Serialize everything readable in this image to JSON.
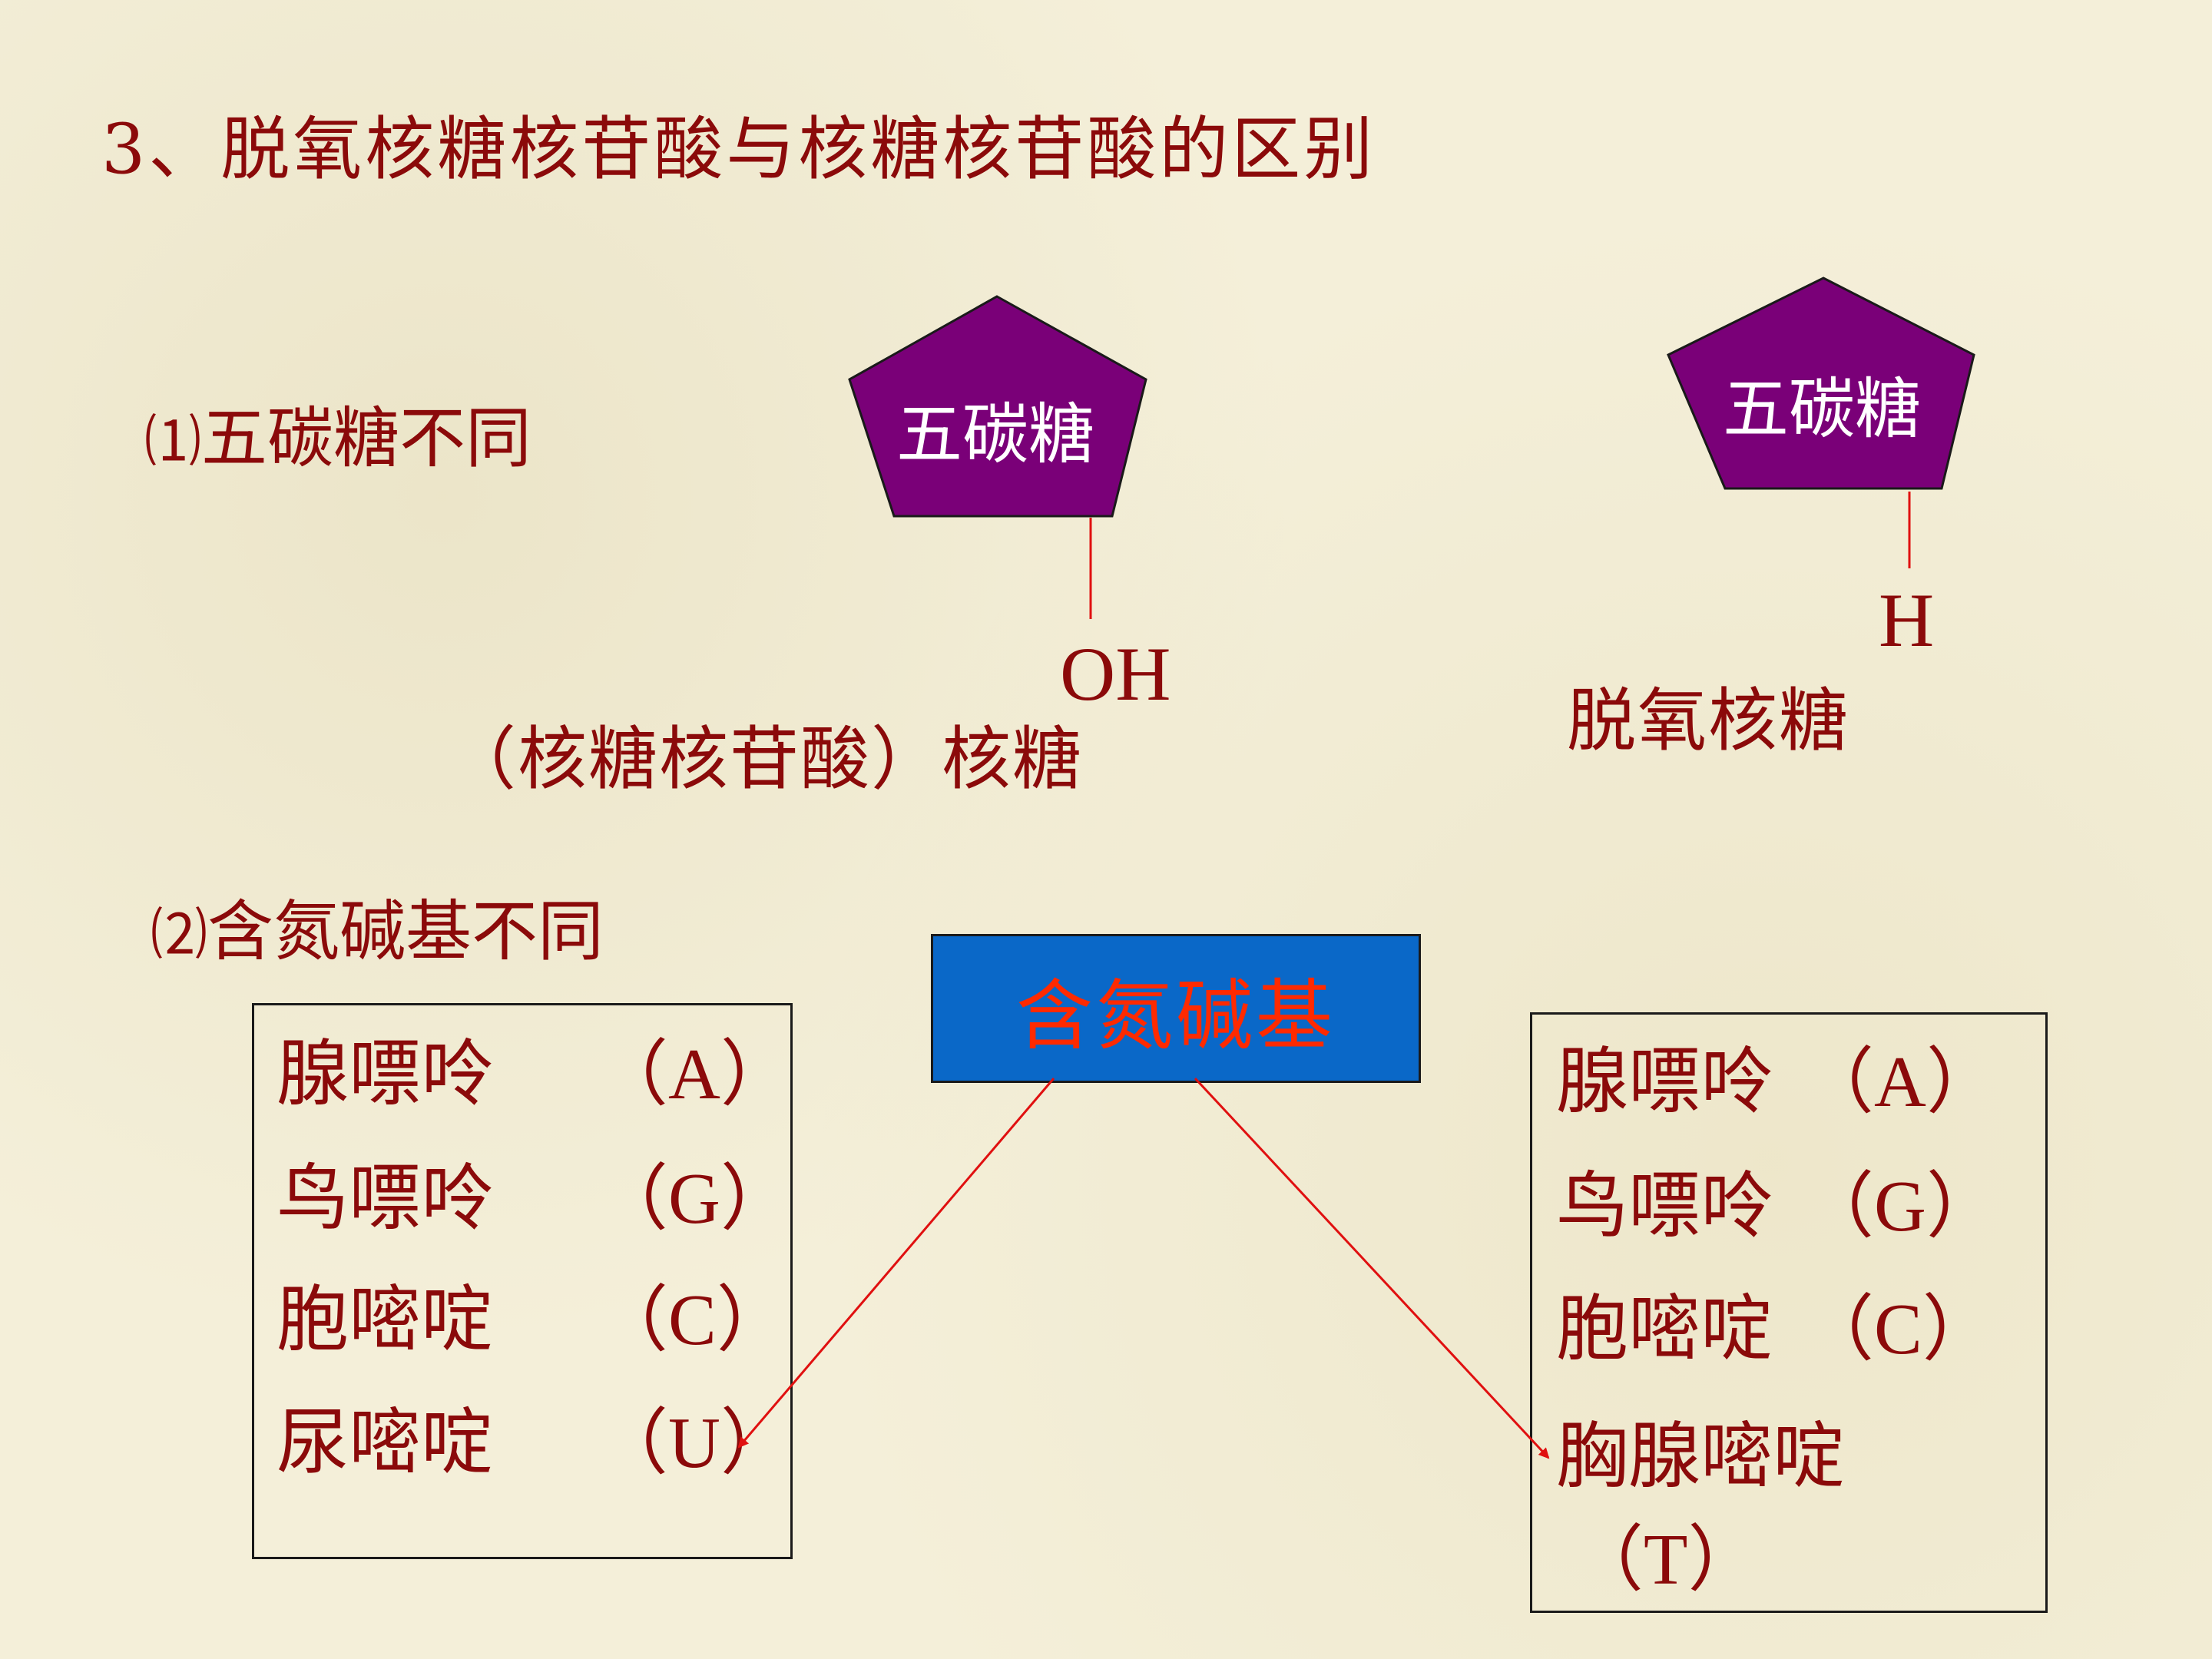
{
  "title": "3、脱氧核糖核苷酸与核糖核苷酸的区别",
  "section1": {
    "number": "⑴",
    "heading": "五碳糖不同",
    "left_sugar": {
      "pentagon_label": "五碳糖",
      "group": "OH",
      "caption": "（核糖核苷酸）核糖"
    },
    "right_sugar": {
      "pentagon_label": "五碳糖",
      "group": "H",
      "caption": "脱氧核糖"
    }
  },
  "section2": {
    "number": "⑵",
    "heading": "含氮碱基不同",
    "center_label": "含氮碱基",
    "left_bases": [
      {
        "name": "腺嘌呤",
        "code": "（A）"
      },
      {
        "name": "鸟嘌呤",
        "code": "（G）"
      },
      {
        "name": "胞嘧啶",
        "code": "（C）"
      },
      {
        "name": "尿嘧啶",
        "code": "（U）"
      }
    ],
    "right_bases": [
      {
        "name": "腺嘌呤",
        "code": "（A）"
      },
      {
        "name": "鸟嘌呤",
        "code": "（G）"
      },
      {
        "name": "胞嘧啶",
        "code": "（C）"
      },
      {
        "name": "胸腺嘧啶",
        "code": "（T）"
      }
    ]
  },
  "colors": {
    "text": "#8b0a0a",
    "pentagon": "#7a0078",
    "center_box": "#0a68c8",
    "center_text": "#ff2a00",
    "arrow": "#e01010"
  }
}
